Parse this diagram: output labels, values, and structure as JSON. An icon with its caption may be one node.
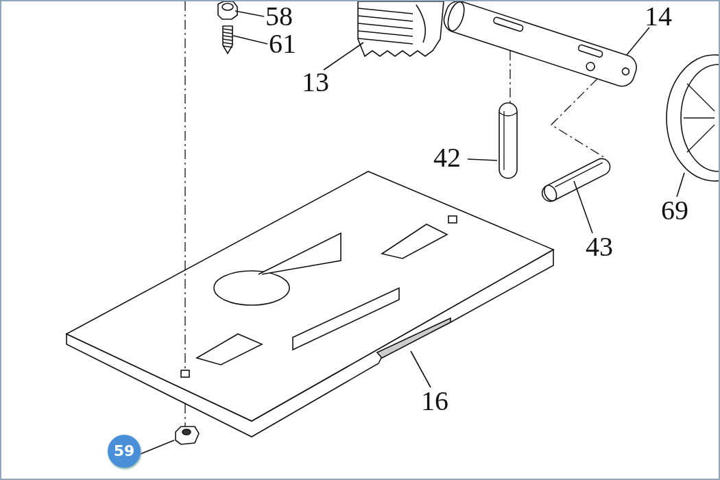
{
  "diagram": {
    "nodes": [
      {
        "text": [
          "58"
        ]
      },
      {
        "text": [
          "61"
        ]
      },
      {
        "text": [
          "13"
        ]
      },
      {
        "text": [
          "14"
        ]
      },
      {
        "text": [
          "42"
        ]
      },
      {
        "text": [
          "43"
        ]
      },
      {
        "text": [
          "69"
        ]
      },
      {
        "text": [
          "16"
        ]
      },
      {
        "text": [
          "59"
        ]
      },
      {
        "text": [],
        "shape": "picture"
      },
      {
        "text": [],
        "shape": "picture"
      },
      {
        "text": [],
        "shape": "picture"
      },
      {
        "text": [],
        "shape": "picture"
      },
      {
        "text": [],
        "shape": "picture"
      },
      {
        "text": [],
        "shape": "picture"
      },
      {
        "text": [],
        "shape": "picture"
      },
      {
        "text": [],
        "shape": "picture"
      },
      {
        "text": [],
        "shape": "picture"
      }
    ],
    "edges": [
      {
        "from": 0,
        "to": 9,
        "arrow": "none"
      },
      {
        "from": 1,
        "to": 10,
        "arrow": "none"
      },
      {
        "from": 2,
        "to": 11,
        "arrow": "none"
      },
      {
        "from": 3,
        "to": 12,
        "arrow": "none"
      },
      {
        "from": 4,
        "to": 13,
        "arrow": "none"
      },
      {
        "from": 5,
        "to": 14,
        "arrow": "none"
      },
      {
        "from": 6,
        "to": 15,
        "arrow": "none"
      },
      {
        "from": 7,
        "to": 16,
        "arrow": "none"
      },
      {
        "from": 8,
        "to": 17,
        "arrow": "none"
      },
      {
        "from": 12,
        "to": 13,
        "arrow": "none",
        "style": "dashed"
      },
      {
        "from": 12,
        "to": 14,
        "arrow": "none",
        "style": "dashed"
      },
      {
        "from": null,
        "to": 16,
        "arrow": "none",
        "style": "dashed"
      },
      {
        "from": 16,
        "to": 17,
        "arrow": "none",
        "style": "dashed"
      }
    ]
  }
}
